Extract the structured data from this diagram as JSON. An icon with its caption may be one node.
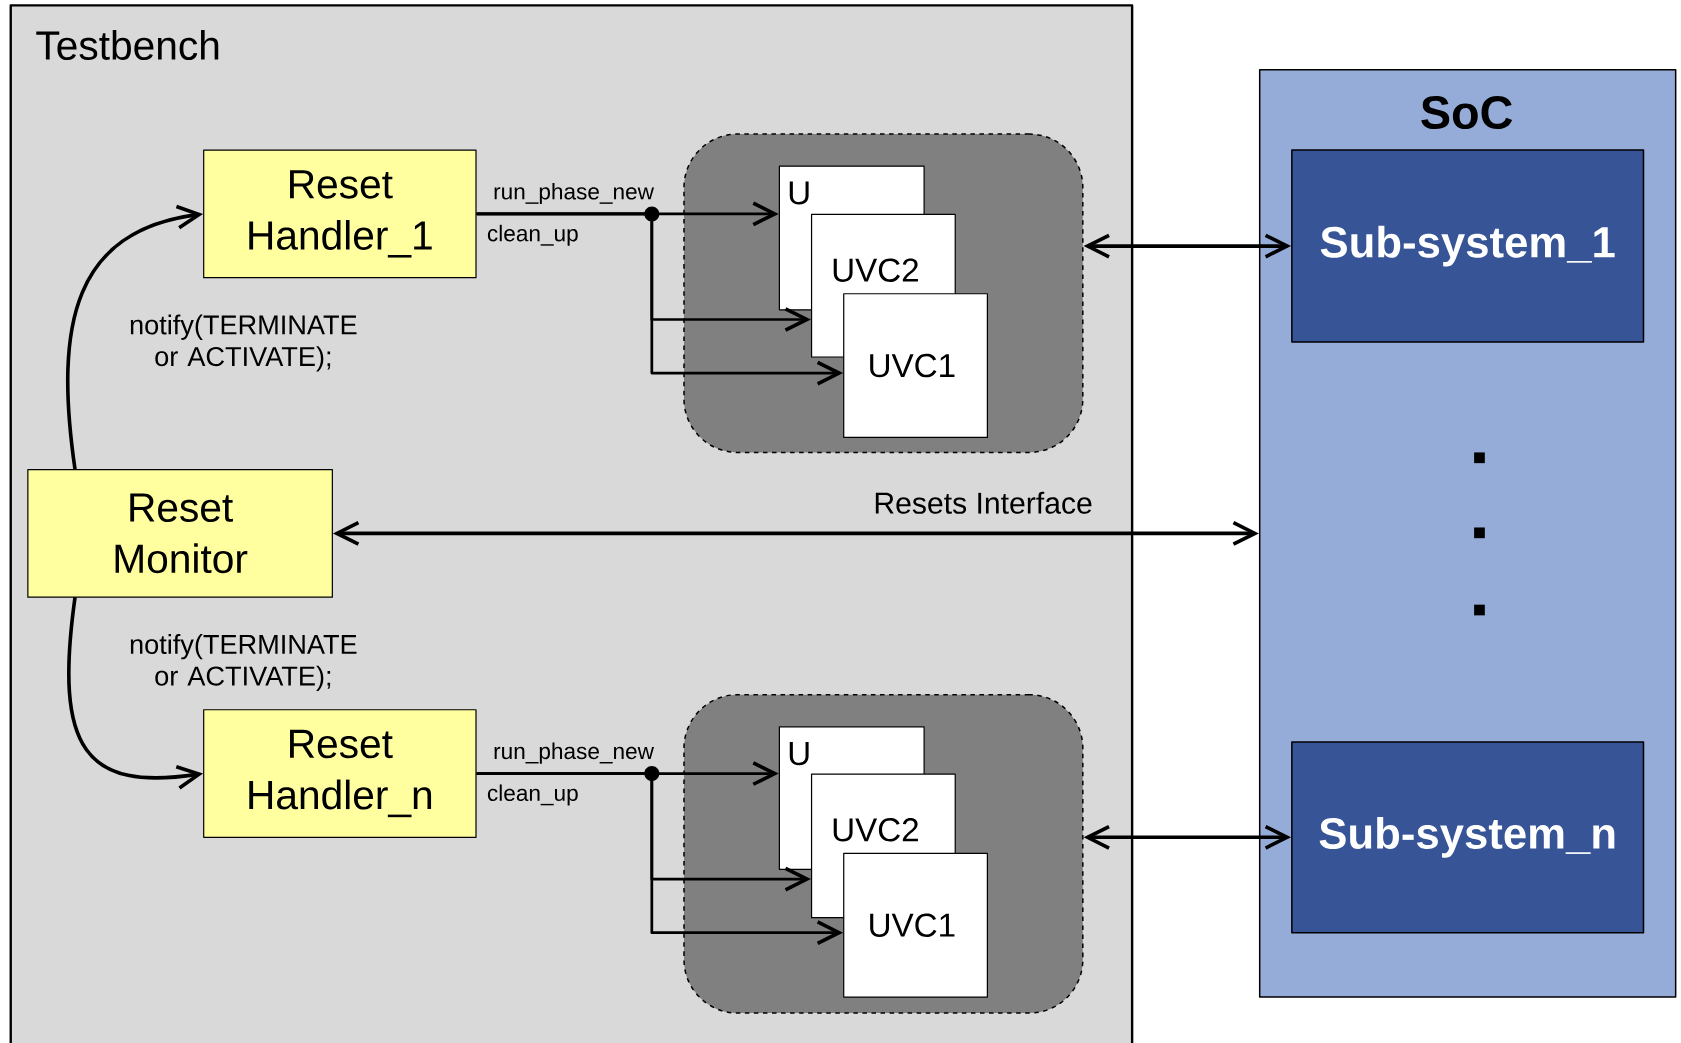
{
  "diagram": {
    "nodes": [
      {
        "text": [
          "Testbench"
        ]
      },
      {
        "text": [
          "Reset Handler_1"
        ],
        "in": 0
      },
      {
        "text": [],
        "shape": "box",
        "in": 0
      },
      {
        "text": [
          "U"
        ],
        "in": 2
      },
      {
        "text": [
          "UVC2"
        ],
        "in": 2
      },
      {
        "text": [
          "UVC1"
        ],
        "in": 2
      },
      {
        "text": [
          "Reset Monitor"
        ],
        "in": 0
      },
      {
        "text": [
          "Reset Handler_n"
        ],
        "in": 0
      },
      {
        "text": [],
        "shape": "box",
        "in": 0
      },
      {
        "text": [
          "U"
        ],
        "in": 8
      },
      {
        "text": [
          "UVC2"
        ],
        "in": 8
      },
      {
        "text": [
          "UVC1"
        ],
        "in": 8
      },
      {
        "text": [
          "SoC"
        ]
      },
      {
        "text": [
          "Sub-system_1"
        ],
        "in": 12
      },
      {
        "text": [
          "Sub-system_n"
        ],
        "in": 12
      }
    ],
    "edges": [
      {
        "from": 6,
        "to": 1,
        "arrow": "to",
        "label": "notify(TERMINATE or ACTIVATE);"
      },
      {
        "from": 6,
        "to": 7,
        "arrow": "to",
        "label": "notify(TERMINATE or ACTIVATE);"
      },
      {
        "from": 1,
        "to": 3,
        "arrow": "to",
        "label": "run_phase_new"
      },
      {
        "from": 1,
        "to": 4,
        "arrow": "to",
        "label": "clean_up"
      },
      {
        "from": 1,
        "to": 5,
        "arrow": "to"
      },
      {
        "from": 7,
        "to": 9,
        "arrow": "to",
        "label": "run_phase_new"
      },
      {
        "from": 7,
        "to": 10,
        "arrow": "to",
        "label": "clean_up"
      },
      {
        "from": 7,
        "to": 11,
        "arrow": "to"
      },
      {
        "from": 6,
        "to": 12,
        "arrow": "both",
        "label": "Resets Interface"
      },
      {
        "from": 2,
        "to": 13,
        "arrow": "both"
      },
      {
        "from": 8,
        "to": 14,
        "arrow": "both"
      }
    ]
  }
}
